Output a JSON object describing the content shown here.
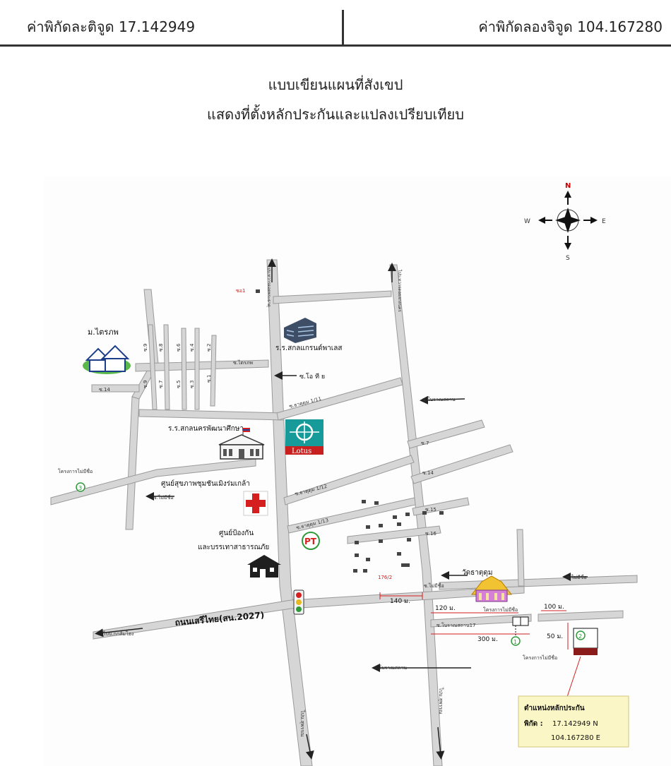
{
  "header": {
    "lat_label": "ค่าพิกัดละติจูด 17.142949",
    "lon_label": "ค่าพิกัดลองจิจูด 104.167280"
  },
  "title": {
    "line1": "แบบเขียนแผนที่สังเขป",
    "line2": "แสดงที่ตั้งหลักประกันและแปลงเปรียบเทียบ"
  },
  "compass": {
    "n": "N",
    "s": "S",
    "e": "E",
    "w": "W"
  },
  "places": {
    "village": "ม.ไตรภพ",
    "school_grand": "ร.ร.สกลแกรนด์พาเลส",
    "lotus_logo": "Lotus",
    "school_sakon": "ร.ร.สกลนครพัฒนาศึกษา",
    "health_center": "ศูนย์สุขภาพชุมชันเมิงร่มเกล้า",
    "disaster_center_1": "ศูนย์ป้องกัน",
    "disaster_center_2": "และบรรเทาสาธารณภัย",
    "temple": "วัดธาตุดุม",
    "pt_logo": "PT",
    "house_176": "176/2",
    "house_top": "ซอ1"
  },
  "roads": {
    "main_road": "ถนนเสรีไทย(สน.2027)",
    "to_kok_sadao": "ไปบ.กกส้มโฮง",
    "soi_tri": "ซ.ไตรภพ",
    "soi_oti": "ซ.โอ ที ย",
    "soi14_left": "ซ.14",
    "that_dum_111": "ซ.ธาตุดุม 1/11",
    "that_dum_112": "ซ.ธาตุดุม 1/12",
    "that_dum_113": "ซ.ธาตุดุม 1/13",
    "boran_sathan_top": "ซ.โบราณสถาน",
    "boran_sathan_17": "ซ.โบราณสถาน17",
    "boran_sathan_bottom": "ถ.โบราณสถาน",
    "soi7": "ซ.7",
    "soi14": "ซ.14",
    "soi15": "ซ.15",
    "soi16": "ซ.16",
    "no_name_1": "ซ.ไม่มีชื่อ",
    "no_name_2": "ซ.ไม่มีชื่อ",
    "no_name_3": "ซ.ไม่มีชื่อ",
    "project_1": "โครงการไม่มีชื่อ",
    "project_2": "โครงการไม่มีชื่อ",
    "project_3": "โครงการไม่มีชื่อ",
    "to_city_vertical": "ไปบ.สุพรรณ",
    "to_city_vertical_2": "ไปบ.สุพรรณ",
    "vertical_top": "ไปบ.ทวารดอยพระธาตุ",
    "vertical_top_2": "ไปบ.ทวารดอยสกลนคร",
    "side_soi": [
      "ซ.9",
      "ซ.8",
      "ซ.6",
      "ซ.4",
      "ซ.2",
      "ซ.9",
      "ซ.7",
      "ซ.5",
      "ซ.3",
      "ซ.1"
    ]
  },
  "distances": {
    "d140": "140 ม.",
    "d120": "120 ม.",
    "d300": "300 ม.",
    "d100": "100 ม.",
    "d50": "50 ม."
  },
  "markers": {
    "m1": "1",
    "m2": "2",
    "m3": "3"
  },
  "info_box": {
    "title": "ตำแหน่งหลักประกัน",
    "coord_label": "พิกัด :",
    "lat": "17.142949 N",
    "lon": "104.167280 E"
  },
  "colors": {
    "road": "#c9c9c9",
    "road_edge": "#9a9a9a",
    "red": "#d51f1f",
    "lotus_teal": "#169a9a",
    "lotus_red": "#c8201f",
    "info_bg": "#fbf6c6",
    "green": "#2e9a3a"
  }
}
